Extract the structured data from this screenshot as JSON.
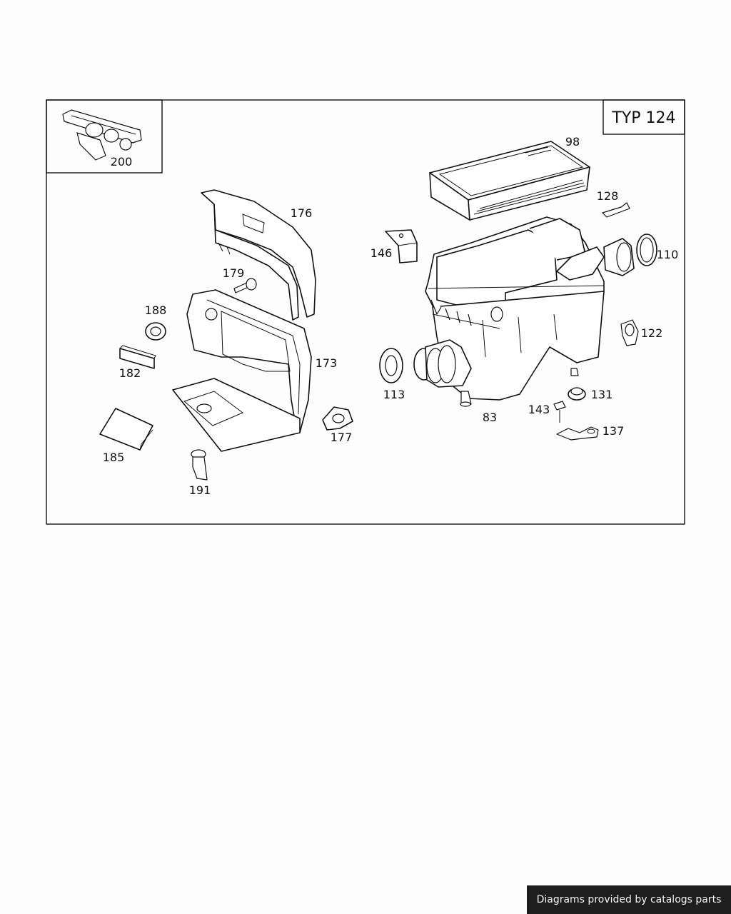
{
  "diagram": {
    "type_label": "TYP 124",
    "part_labels": {
      "p200": "200",
      "p98": "98",
      "p176": "176",
      "p179": "179",
      "p188": "188",
      "p182": "182",
      "p173": "173",
      "p185": "185",
      "p191": "191",
      "p177": "177",
      "p146": "146",
      "p128": "128",
      "p110": "110",
      "p122": "122",
      "p113": "113",
      "p83": "83",
      "p143": "143",
      "p131": "131",
      "p137": "137"
    }
  },
  "footer": {
    "text": "Diagrams provided by catalogs parts"
  }
}
